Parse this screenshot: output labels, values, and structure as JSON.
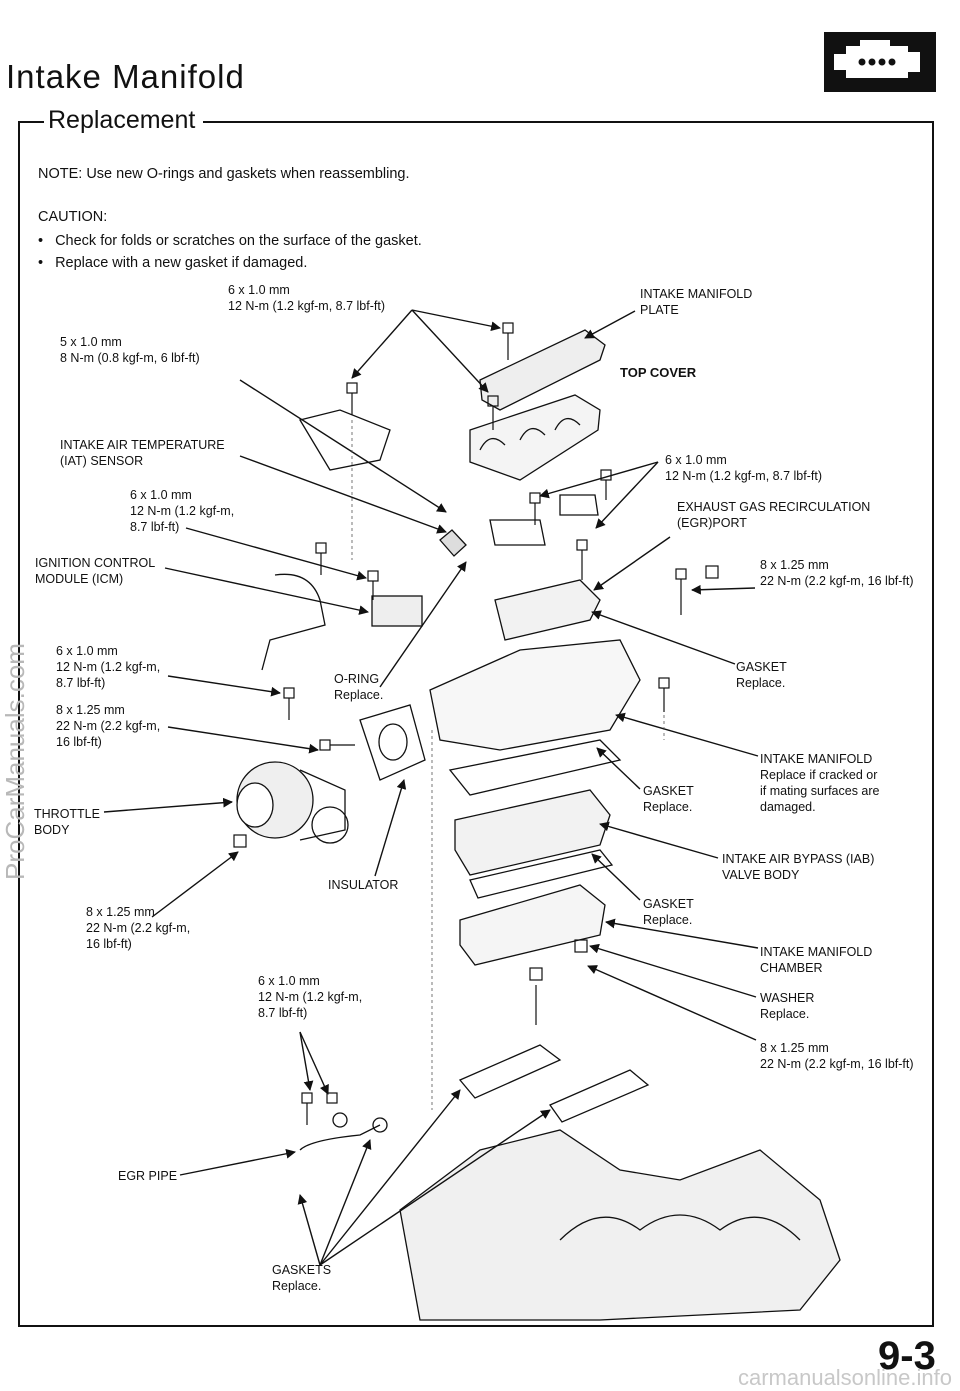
{
  "header": {
    "title": "Intake Manifold",
    "subtitle": "Replacement",
    "icon": "engine-icon"
  },
  "note": "NOTE:  Use new O-rings and gaskets when reassembling.",
  "caution": {
    "heading": "CAUTION:",
    "items": [
      "Check for folds or scratches on the surface of the gasket.",
      "Replace with a new gasket if damaged."
    ]
  },
  "labels": {
    "bolt_6x10_top": "6 x 1.0 mm\n12 N-m (1.2 kgf-m, 8.7 lbf-ft)",
    "bolt_5x10": "5 x 1.0 mm\n8 N-m (0.8 kgf-m, 6 lbf-ft)",
    "intake_manifold_plate": "INTAKE MANIFOLD\nPLATE",
    "top_cover": "TOP COVER",
    "iat_sensor": "INTAKE AIR TEMPERATURE\n(IAT) SENSOR",
    "bolt_6x10_iat": "6 x 1.0 mm\n12 N-m (1.2 kgf-m,\n8.7 lbf-ft)",
    "bolt_6x10_right": "6 x 1.0 mm\n12 N-m (1.2 kgf-m, 8.7 lbf-ft)",
    "egr_port": "EXHAUST GAS RECIRCULATION\n(EGR)PORT",
    "icm": "IGNITION CONTROL\nMODULE (ICM)",
    "bolt_8x125_right_top": "8 x 1.25 mm\n22 N-m (2.2 kgf-m, 16 lbf-ft)",
    "gasket_1": "GASKET\nReplace.",
    "bolt_6x10_left": "6 x 1.0 mm\n12 N-m (1.2 kgf-m,\n8.7 lbf-ft)",
    "oring": "O-RING\nReplace.",
    "bolt_8x125_left": "8 x 1.25 mm\n22 N-m (2.2 kgf-m,\n16 lbf-ft)",
    "intake_manifold": "INTAKE  MANIFOLD\nReplace if cracked or\nif mating surfaces are\ndamaged.",
    "gasket_2": "GASKET\nReplace.",
    "throttle_body": "THROTTLE\nBODY",
    "iab_valve_body": "INTAKE AIR BYPASS (IAB)\nVALVE BODY",
    "insulator": "INSULATOR",
    "bolt_8x125_lower_left": "8 x 1.25 mm\n22 N-m (2.2 kgf-m,\n16 lbf-ft)",
    "gasket_3": "GASKET\nReplace.",
    "manifold_chamber": "INTAKE MANIFOLD\nCHAMBER",
    "bolt_6x10_bottom": "6 x 1.0 mm\n12 N-m (1.2 kgf-m,\n8.7 lbf-ft)",
    "washer": "WASHER\nReplace.",
    "bolt_8x125_bottom_right": "8 x 1.25 mm\n22 N-m (2.2 kgf-m, 16 lbf-ft)",
    "egr_pipe": "EGR PIPE",
    "gaskets": "GASKETS\nReplace."
  },
  "watermark_side": "ProCarManuals.com",
  "watermark_footer": "carmanualsonline.info",
  "page_number": "9-3"
}
